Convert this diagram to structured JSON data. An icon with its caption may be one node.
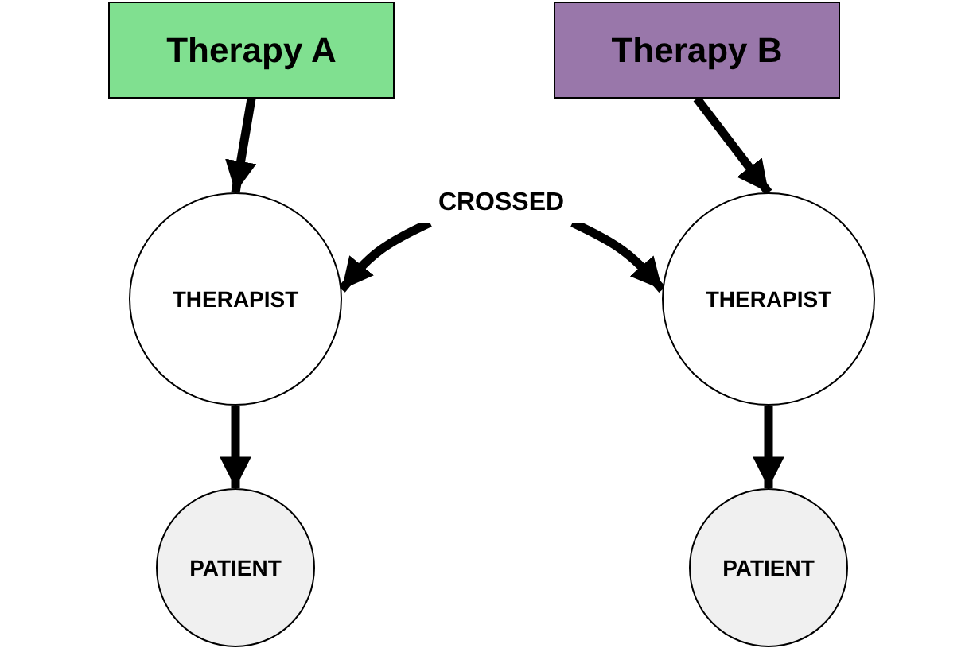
{
  "diagram": {
    "nodes": [
      {
        "text": [
          "Therapy A"
        ]
      },
      {
        "text": [
          "Therapy B"
        ]
      },
      {
        "text": [
          "THERAPIST"
        ]
      },
      {
        "text": [
          "THERAPIST"
        ]
      },
      {
        "text": [
          "PATIENT"
        ]
      },
      {
        "text": [
          "PATIENT"
        ]
      },
      {
        "text": [
          "CROSSED"
        ]
      }
    ],
    "edges": [
      {
        "from": 0,
        "to": 2,
        "arrow": "to"
      },
      {
        "from": 1,
        "to": 3,
        "arrow": "to"
      },
      {
        "from": 2,
        "to": 4,
        "arrow": "to"
      },
      {
        "from": 3,
        "to": 5,
        "arrow": "to"
      },
      {
        "from": 6,
        "to": 2,
        "arrow": "to"
      },
      {
        "from": 6,
        "to": 3,
        "arrow": "to"
      }
    ]
  }
}
